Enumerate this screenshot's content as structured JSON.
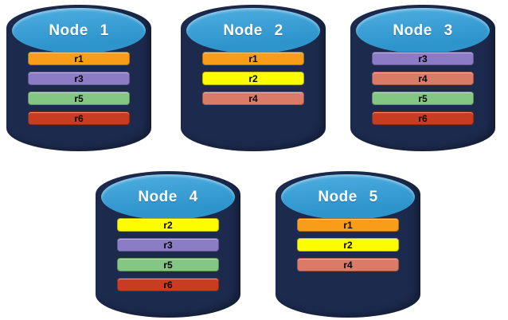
{
  "diagram": {
    "background": "#ffffff",
    "node_body_color": "#1C2A4E",
    "node_top_color": "#2F9BD2",
    "node_label_color": "#ffffff",
    "replica_text_color": "#000000",
    "replica_colors": {
      "r1": "#F99C1A",
      "r2": "#FDFD00",
      "r3": "#8C7CC6",
      "r4": "#DA7B68",
      "r5": "#84C684",
      "r6": "#C83C22"
    },
    "nodes": [
      {
        "label": "Node 1",
        "replicas": [
          "r1",
          "r3",
          "r5",
          "r6"
        ]
      },
      {
        "label": "Node 2",
        "replicas": [
          "r1",
          "r2",
          "r4"
        ]
      },
      {
        "label": "Node 3",
        "replicas": [
          "r3",
          "r4",
          "r5",
          "r6"
        ]
      },
      {
        "label": "Node 4",
        "replicas": [
          "r2",
          "r3",
          "r5",
          "r6"
        ]
      },
      {
        "label": "Node 5",
        "replicas": [
          "r1",
          "r2",
          "r4"
        ]
      }
    ]
  }
}
